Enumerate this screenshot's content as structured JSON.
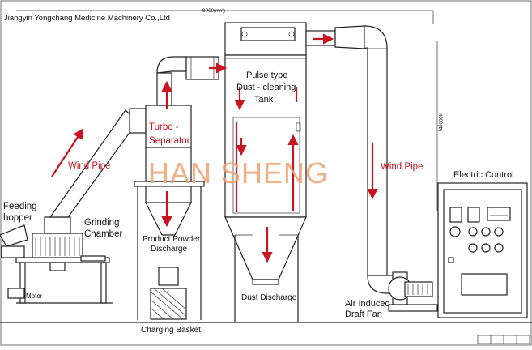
{
  "header": {
    "company": "Jiangyin Yongchang Medicine Machinery Co.,Ltd",
    "dimension_top": "8P00(mm)",
    "dimension_side": "4000(Φ)"
  },
  "watermark": "HAN SHENG",
  "labels": {
    "feeding_hopper_1": "Feeding",
    "feeding_hopper_2": "hopper",
    "grinding_chamber_1": "Grinding",
    "grinding_chamber_2": "Chamber",
    "motor": "Motor",
    "wind_pipe_left": "Wind Pipe",
    "turbo_separator_1": "Turbo -",
    "turbo_separator_2": "Separator",
    "product_powder_1": "Product Powder",
    "product_powder_2": "Discharge",
    "charging_basket": "Charging Basket",
    "pulse_tank_1": "Pulse type",
    "pulse_tank_2": "Dust - cleaning",
    "pulse_tank_3": "Tank",
    "dust_discharge": "Dust Discharge",
    "wind_pipe_right": "Wind Pipe",
    "air_fan_1": "Air Induced",
    "air_fan_2": "Draft  Fan",
    "electric_control": "Electric Control"
  },
  "colors": {
    "arrow": "#c8141e",
    "watermark": "#f0a070",
    "line": "#222222"
  }
}
